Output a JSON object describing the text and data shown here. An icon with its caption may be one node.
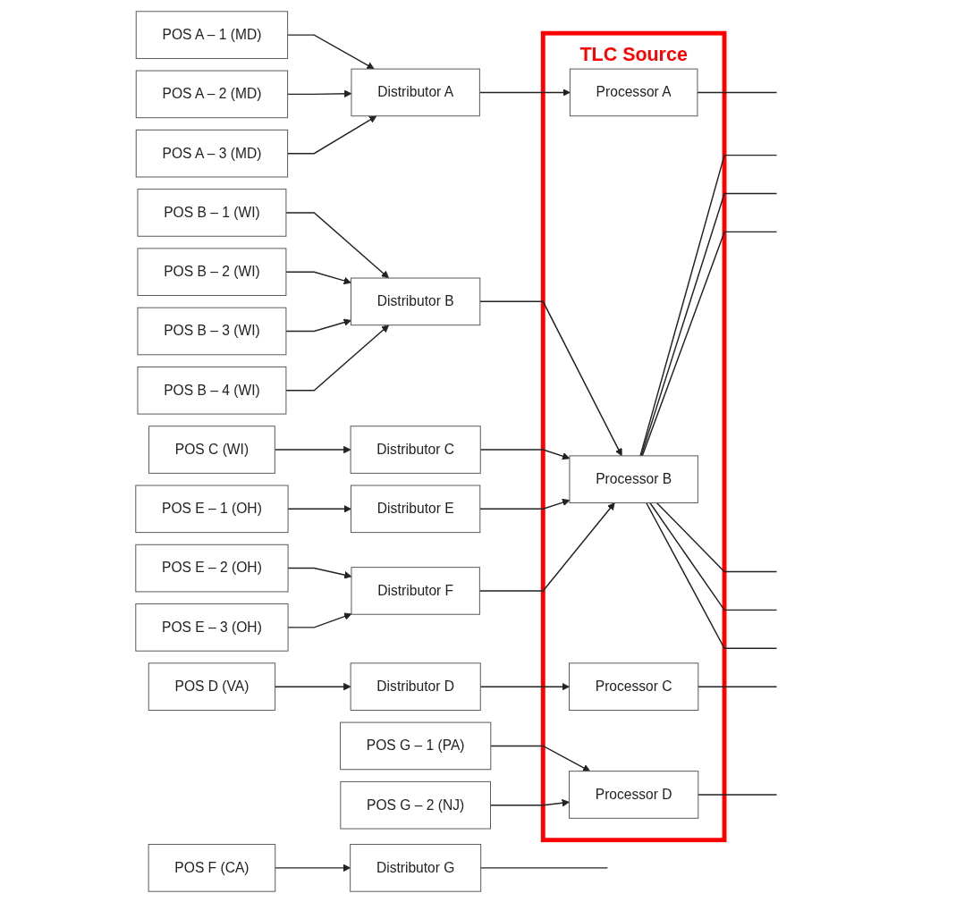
{
  "diagram": {
    "nodes": [
      {
        "text": [
          "TLC Source"
        ]
      },
      {
        "text": [
          "POS A – 1 (MD)"
        ]
      },
      {
        "text": [
          "POS A – 2 (MD)"
        ]
      },
      {
        "text": [
          "POS A – 3 (MD)"
        ]
      },
      {
        "text": [
          "Distributor A"
        ]
      },
      {
        "text": [
          "Processor A"
        ],
        "in": 0
      },
      {
        "text": [
          "POS B – 1 (WI)"
        ]
      },
      {
        "text": [
          "POS B – 2 (WI)"
        ]
      },
      {
        "text": [
          "POS B – 3 (WI)"
        ]
      },
      {
        "text": [
          "POS B – 4 (WI)"
        ]
      },
      {
        "text": [
          "Distributor B"
        ]
      },
      {
        "text": [
          "POS C (WI)"
        ]
      },
      {
        "text": [
          "Distributor C"
        ]
      },
      {
        "text": [
          "Processor B"
        ],
        "in": 0
      },
      {
        "text": [
          "POS D (VA)"
        ]
      },
      {
        "text": [
          "Distributor D"
        ]
      },
      {
        "text": [
          "Processor C"
        ],
        "in": 0
      },
      {
        "text": [
          "POS E – 1 (OH)"
        ]
      },
      {
        "text": [
          "Distributor E"
        ]
      },
      {
        "text": [
          "POS E – 2 (OH)"
        ]
      },
      {
        "text": [
          "POS E – 3 (OH)"
        ]
      },
      {
        "text": [
          "Distributor F"
        ]
      },
      {
        "text": [
          "POS F (CA)"
        ]
      },
      {
        "text": [
          "Distributor G"
        ]
      },
      {
        "text": [
          "POS G – 1 (PA)"
        ]
      },
      {
        "text": [
          "POS G – 2 (NJ)"
        ]
      },
      {
        "text": [
          "Processor D"
        ],
        "in": 0
      }
    ],
    "edges": [
      {
        "from": 1,
        "to": 4,
        "arrow": "to"
      },
      {
        "from": 2,
        "to": 4,
        "arrow": "to"
      },
      {
        "from": 3,
        "to": 4,
        "arrow": "to"
      },
      {
        "from": 4,
        "to": 5,
        "arrow": "to"
      },
      {
        "from": 5,
        "to": null,
        "arrow": "none"
      },
      {
        "from": 6,
        "to": 10,
        "arrow": "to"
      },
      {
        "from": 7,
        "to": 10,
        "arrow": "to"
      },
      {
        "from": 8,
        "to": 10,
        "arrow": "to"
      },
      {
        "from": 9,
        "to": 10,
        "arrow": "to"
      },
      {
        "from": 10,
        "to": 13,
        "arrow": "to"
      },
      {
        "from": 11,
        "to": 12,
        "arrow": "to"
      },
      {
        "from": 12,
        "to": 13,
        "arrow": "to"
      },
      {
        "from": 13,
        "to": null,
        "arrow": "none"
      },
      {
        "from": 13,
        "to": null,
        "arrow": "none"
      },
      {
        "from": 13,
        "to": null,
        "arrow": "none"
      },
      {
        "from": 13,
        "to": null,
        "arrow": "none"
      },
      {
        "from": 13,
        "to": null,
        "arrow": "none"
      },
      {
        "from": 13,
        "to": null,
        "arrow": "none"
      },
      {
        "from": 14,
        "to": 15,
        "arrow": "to"
      },
      {
        "from": 15,
        "to": 16,
        "arrow": "to"
      },
      {
        "from": 16,
        "to": null,
        "arrow": "none"
      },
      {
        "from": 17,
        "to": 18,
        "arrow": "to"
      },
      {
        "from": 18,
        "to": 13,
        "arrow": "to"
      },
      {
        "from": 19,
        "to": 21,
        "arrow": "to"
      },
      {
        "from": 20,
        "to": 21,
        "arrow": "to"
      },
      {
        "from": 21,
        "to": 13,
        "arrow": "to"
      },
      {
        "from": 22,
        "to": 23,
        "arrow": "to"
      },
      {
        "from": 23,
        "to": null,
        "arrow": "none"
      },
      {
        "from": 24,
        "to": 26,
        "arrow": "to"
      },
      {
        "from": 25,
        "to": 26,
        "arrow": "to"
      },
      {
        "from": 26,
        "to": null,
        "arrow": "none"
      }
    ]
  }
}
